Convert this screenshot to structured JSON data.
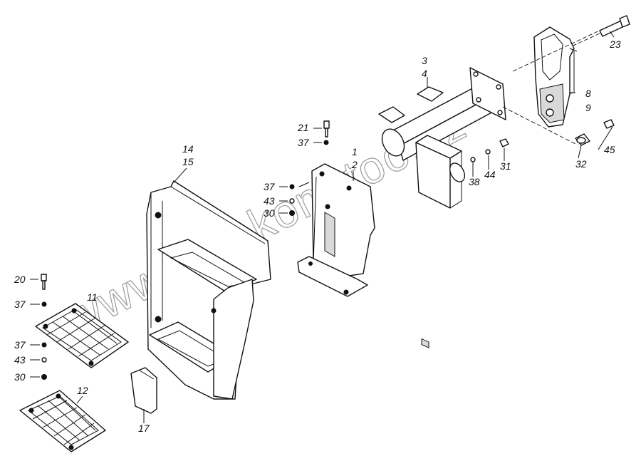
{
  "watermark": "www.shinkom-too.kz",
  "callouts": [
    {
      "id": "label-3",
      "text": "3"
    },
    {
      "id": "label-4",
      "text": "4"
    },
    {
      "id": "label-8",
      "text": "8"
    },
    {
      "id": "label-9",
      "text": "9"
    },
    {
      "id": "label-23",
      "text": "23"
    },
    {
      "id": "label-21",
      "text": "21"
    },
    {
      "id": "label-37a",
      "text": "37"
    },
    {
      "id": "label-1",
      "text": "1"
    },
    {
      "id": "label-2",
      "text": "2"
    },
    {
      "id": "label-14",
      "text": "14"
    },
    {
      "id": "label-15",
      "text": "15"
    },
    {
      "id": "label-37b",
      "text": "37"
    },
    {
      "id": "label-43a",
      "text": "43"
    },
    {
      "id": "label-30a",
      "text": "30"
    },
    {
      "id": "label-45",
      "text": "45"
    },
    {
      "id": "label-32",
      "text": "32"
    },
    {
      "id": "label-31",
      "text": "31"
    },
    {
      "id": "label-44",
      "text": "44"
    },
    {
      "id": "label-38",
      "text": "38"
    },
    {
      "id": "label-20",
      "text": "20"
    },
    {
      "id": "label-37c",
      "text": "37"
    },
    {
      "id": "label-11",
      "text": "11"
    },
    {
      "id": "label-37d",
      "text": "37"
    },
    {
      "id": "label-43b",
      "text": "43"
    },
    {
      "id": "label-30b",
      "text": "30"
    },
    {
      "id": "label-12",
      "text": "12"
    },
    {
      "id": "label-17",
      "text": "17"
    }
  ]
}
